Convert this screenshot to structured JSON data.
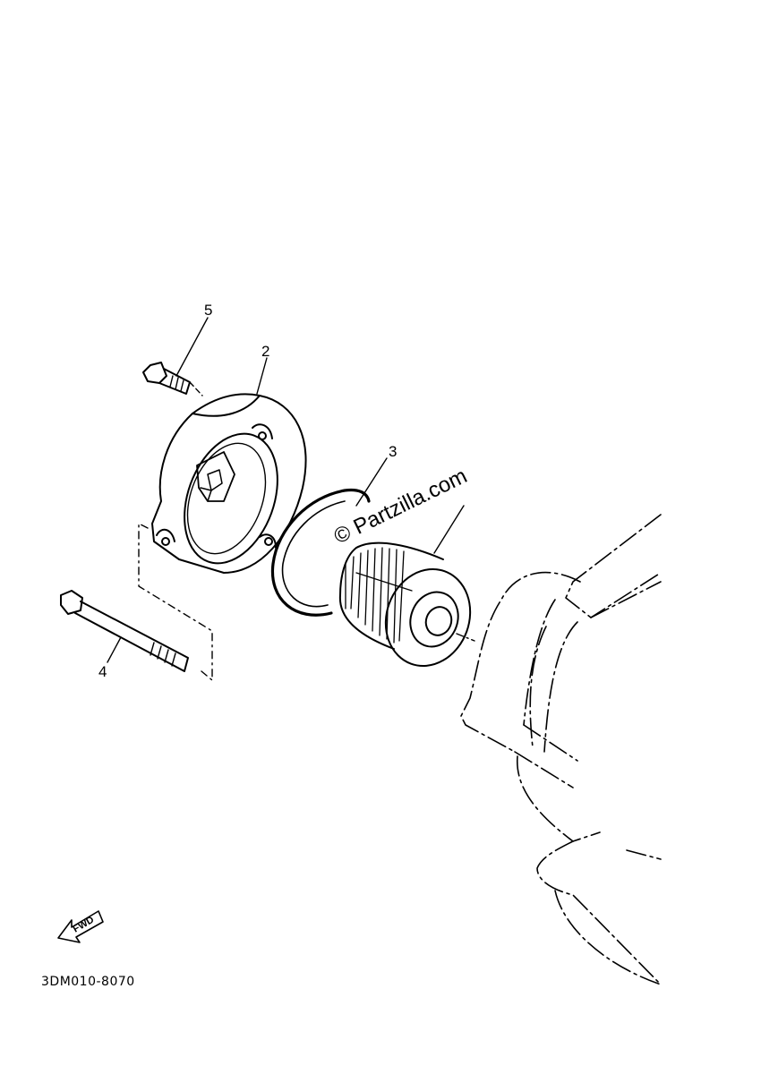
{
  "callouts": {
    "bolt_short": "5",
    "cover": "2",
    "o_ring": "3",
    "bolt_long": "4"
  },
  "watermark": "© Partzilla.com",
  "fwd_label": "FWD",
  "diagram_code": "3DM010-8070"
}
